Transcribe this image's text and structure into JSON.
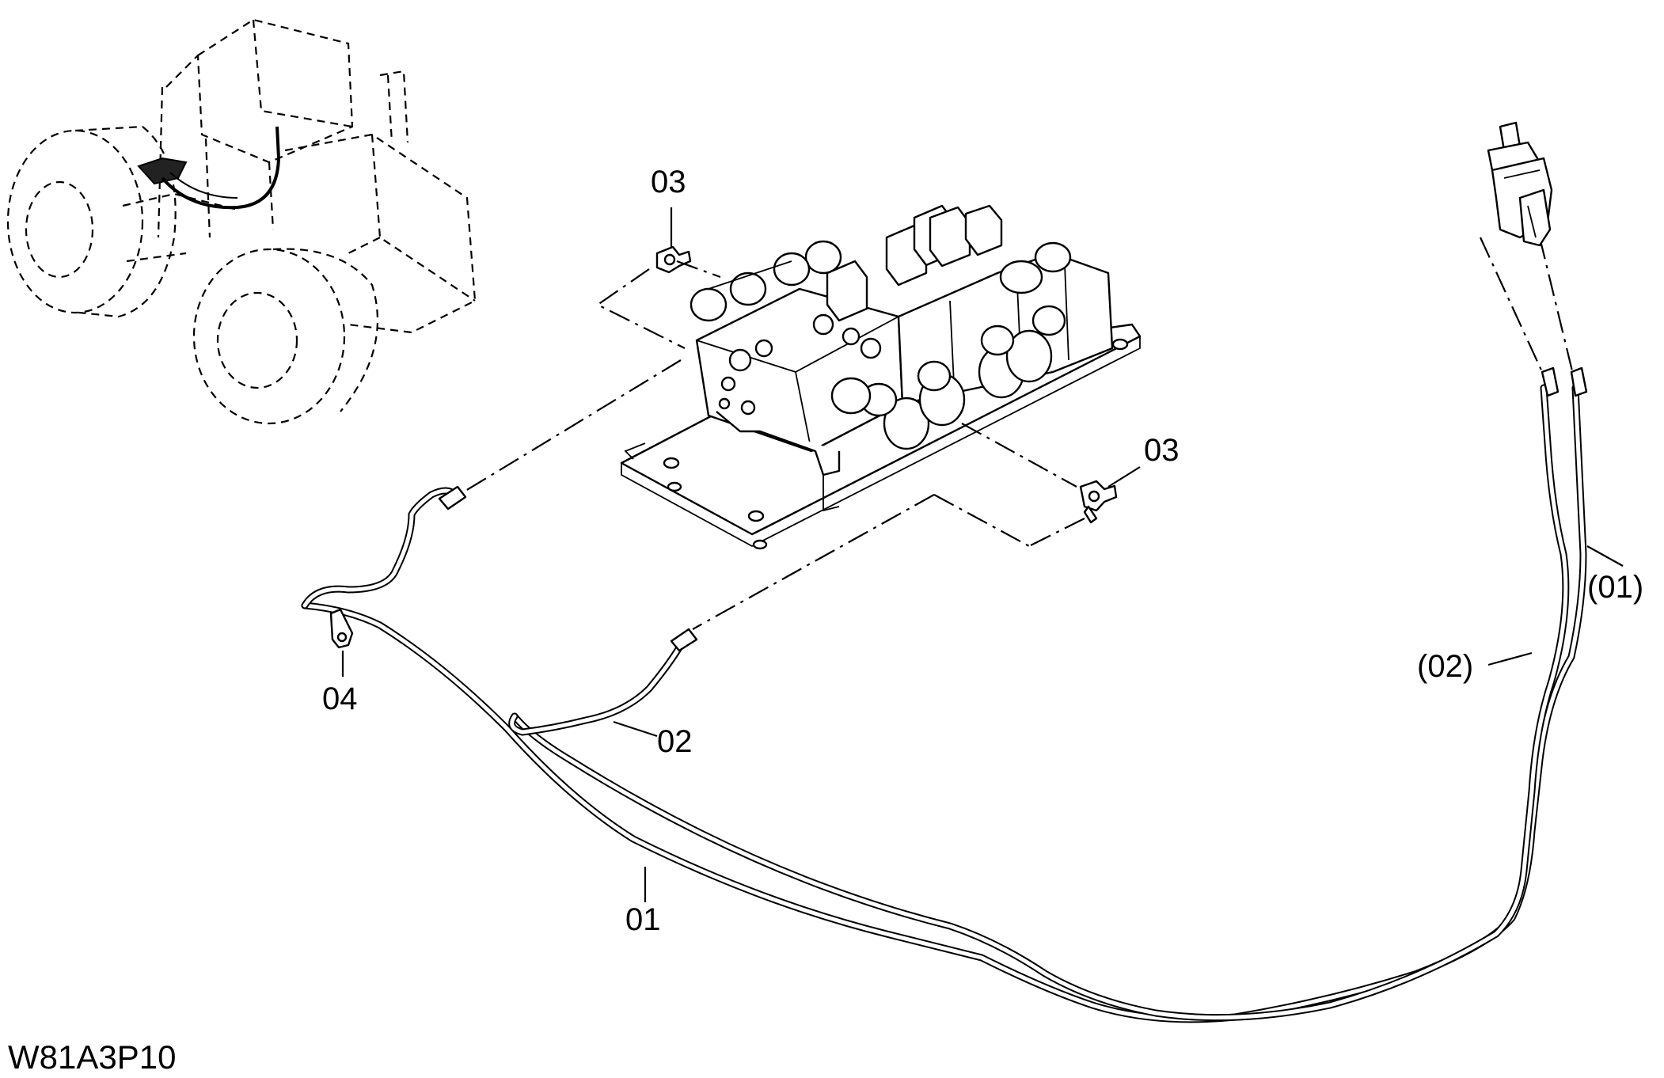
{
  "callouts": {
    "part_03_top": "03",
    "part_03_right": "03",
    "part_04": "04",
    "part_02": "02",
    "part_01": "01",
    "part_01_ref": "(01)",
    "part_02_ref": "(02)"
  },
  "drawing_code": "W81A3P10"
}
